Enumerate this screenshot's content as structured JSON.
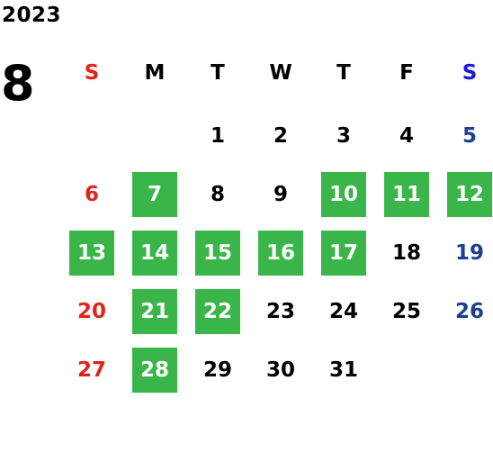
{
  "calendar": {
    "year": "2023",
    "month": "8",
    "weekday_headers": [
      "S",
      "M",
      "T",
      "W",
      "T",
      "F",
      "S"
    ],
    "weeks": [
      [
        null,
        null,
        {
          "d": "1"
        },
        {
          "d": "2"
        },
        {
          "d": "3"
        },
        {
          "d": "4"
        },
        {
          "d": "5"
        }
      ],
      [
        {
          "d": "6"
        },
        {
          "d": "7",
          "hl": true
        },
        {
          "d": "8"
        },
        {
          "d": "9"
        },
        {
          "d": "10",
          "hl": true
        },
        {
          "d": "11",
          "hl": true
        },
        {
          "d": "12",
          "hl": true
        }
      ],
      [
        {
          "d": "13",
          "hl": true
        },
        {
          "d": "14",
          "hl": true
        },
        {
          "d": "15",
          "hl": true
        },
        {
          "d": "16",
          "hl": true
        },
        {
          "d": "17",
          "hl": true
        },
        {
          "d": "18"
        },
        {
          "d": "19"
        }
      ],
      [
        {
          "d": "20"
        },
        {
          "d": "21",
          "hl": true
        },
        {
          "d": "22",
          "hl": true
        },
        {
          "d": "23"
        },
        {
          "d": "24"
        },
        {
          "d": "25"
        },
        {
          "d": "26"
        }
      ],
      [
        {
          "d": "27"
        },
        {
          "d": "28",
          "hl": true
        },
        {
          "d": "29"
        },
        {
          "d": "30"
        },
        {
          "d": "31"
        },
        null,
        null
      ]
    ]
  },
  "colors": {
    "sunday": "#e2231a",
    "saturday_header": "#1a1ad6",
    "saturday": "#1c3f94",
    "weekday": "#000000",
    "highlight_bg": "#39b54a",
    "highlight_text": "#ffffff"
  }
}
